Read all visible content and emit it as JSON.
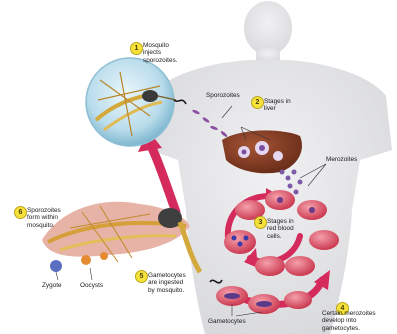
{
  "labels": {
    "mosquito_injects": "Mosquito\ninjects\nsporozoites.",
    "sporozoites": "Sporozoites",
    "stages_in_liver": "Stages in\nliver",
    "merozoites": "Merozoites",
    "stages_in_rbc": "Stages in\nred blood\ncells.",
    "certain_merozoites": "Certain merozoites\ndevelop into\ngametocytes.",
    "gametocytes_ingested": "Gametocytes\nare ingested\nby mosquito.",
    "gametocytes": "Gametocytes",
    "sporozoites_form": "Sporozoites\nform within\nmosquito.",
    "zygote": "Zygote",
    "oocysts": "Oocysts"
  },
  "steps": {
    "s1": "1",
    "s2": "2",
    "s3": "3",
    "s4": "4",
    "s5": "5",
    "s6": "6"
  }
}
